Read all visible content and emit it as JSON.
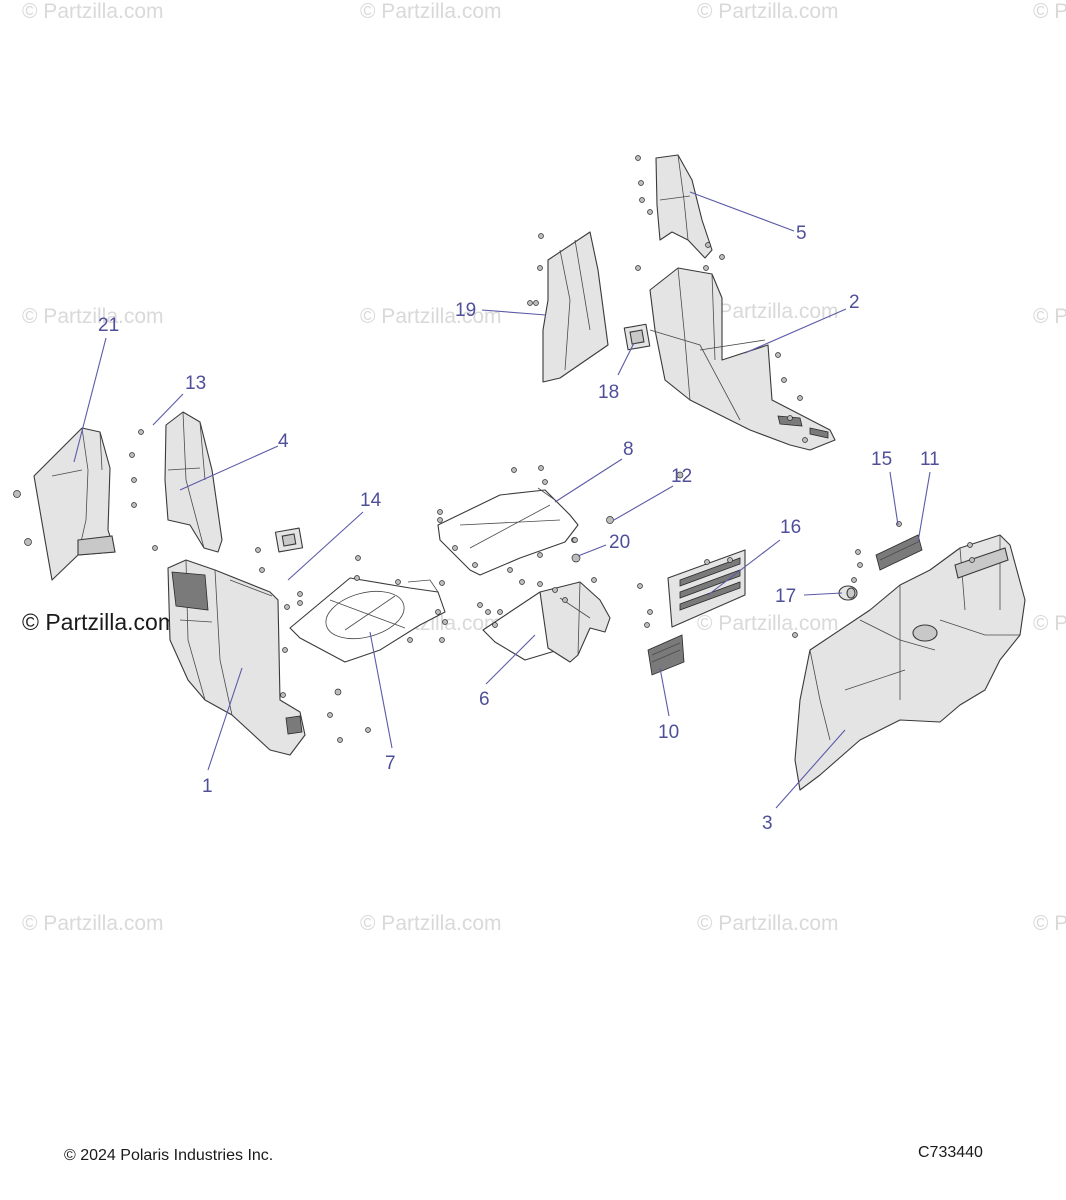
{
  "watermark": {
    "text": "© Partzilla.com",
    "partial": "© P",
    "prominent": "© Partzilla.com"
  },
  "callouts": [
    "1",
    "2",
    "3",
    "4",
    "5",
    "6",
    "7",
    "8",
    "10",
    "11",
    "12",
    "13",
    "14",
    "15",
    "16",
    "17",
    "18",
    "19",
    "20",
    "21"
  ],
  "footer": {
    "copyright": "© 2024 Polaris Industries Inc.",
    "diagram_code": "C733440"
  },
  "colors": {
    "callout": "#4f4f9a",
    "leader": "#5b5ba8",
    "watermark": "#d9d9d9"
  }
}
